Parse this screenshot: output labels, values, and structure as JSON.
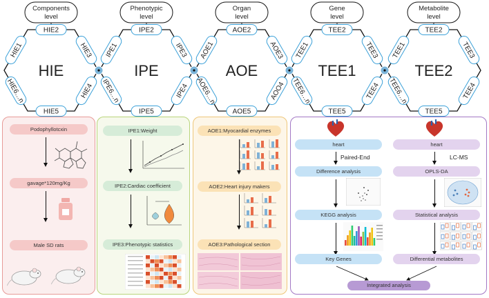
{
  "levels": [
    {
      "header_line1": "Components",
      "header_line2": "level",
      "center": "HIE",
      "top": "HIE2",
      "upper_left": "HIE1",
      "upper_right": "HIE3",
      "lower_left": "HIE6…n",
      "lower_right": "HIE4",
      "bottom": "HIE5"
    },
    {
      "header_line1": "Phenotypic",
      "header_line2": "level",
      "center": "IPE",
      "top": "IPE2",
      "upper_left": "IPE1",
      "upper_right": "IPE3",
      "lower_left": "IPE6…n",
      "lower_right": "IPE4",
      "bottom": "IPE5"
    },
    {
      "header_line1": "Organ",
      "header_line2": "level",
      "center": "AOE",
      "top": "AOE2",
      "upper_left": "AOE1",
      "upper_right": "AOE3",
      "lower_left": "AOE6…n",
      "lower_right": "AOO4",
      "bottom": "AOE5"
    },
    {
      "header_line1": "Gene",
      "header_line2": "level",
      "center": "TEE1",
      "top": "TEE2",
      "upper_left": "TEE1",
      "upper_right": "TEE3",
      "lower_left": "TEE6…n",
      "lower_right": "TEE4",
      "bottom": "TEE5"
    },
    {
      "header_line1": "Metabolite",
      "header_line2": "level",
      "center": "TEE2",
      "top": "TEE2",
      "upper_left": "TEE1",
      "upper_right": "TEE3",
      "lower_left": "TEE6…n",
      "lower_right": "TEE4",
      "bottom": "TEE5"
    }
  ],
  "panel1": {
    "steps": [
      "Podophyllotcxin",
      "gavage*120mg/Kg",
      "Male SD rats"
    ]
  },
  "panel2": {
    "steps": [
      "IPE1:Weight",
      "IPE2:Cardiac coefficient",
      "IPE3:Phenotypic statistics"
    ]
  },
  "panel3": {
    "steps": [
      "AOE1:Myocardial enzymes",
      "AOE2:Heart injury makers",
      "AOE3:Pathological section"
    ]
  },
  "panel4": {
    "gene_steps": [
      "heart",
      "Difference analysis",
      "KEGG analysis",
      "Key Genes"
    ],
    "gene_method": "Paired-End",
    "metabolite_steps": [
      "heart",
      "OPLS-DA",
      "Statistical analysis",
      "Differential metabolites"
    ],
    "metabolite_method": "LC-MS",
    "integrated": "Integrated analysis"
  },
  "colors": {
    "hex_stroke": "#111111",
    "pill_stroke": "#3aa0d8",
    "node": "#7ab4d9",
    "panel1_bg": "#fbeeee",
    "panel1_border": "#e79a97",
    "panel1_pill": "#f5c9c8",
    "panel2_bg": "#f6f9ec",
    "panel2_border": "#b9d47a",
    "panel2_pill": "#d6ecd8",
    "panel3_bg": "#fdf6e8",
    "panel3_border": "#eec679",
    "panel3_pill": "#fbe2b6",
    "panel4_bg": "#ffffff",
    "panel4_border": "#a277c4",
    "gene_pill": "#c5e2f6",
    "metab_pill": "#e3d3ee",
    "integrated_pill": "#b79ad4"
  }
}
